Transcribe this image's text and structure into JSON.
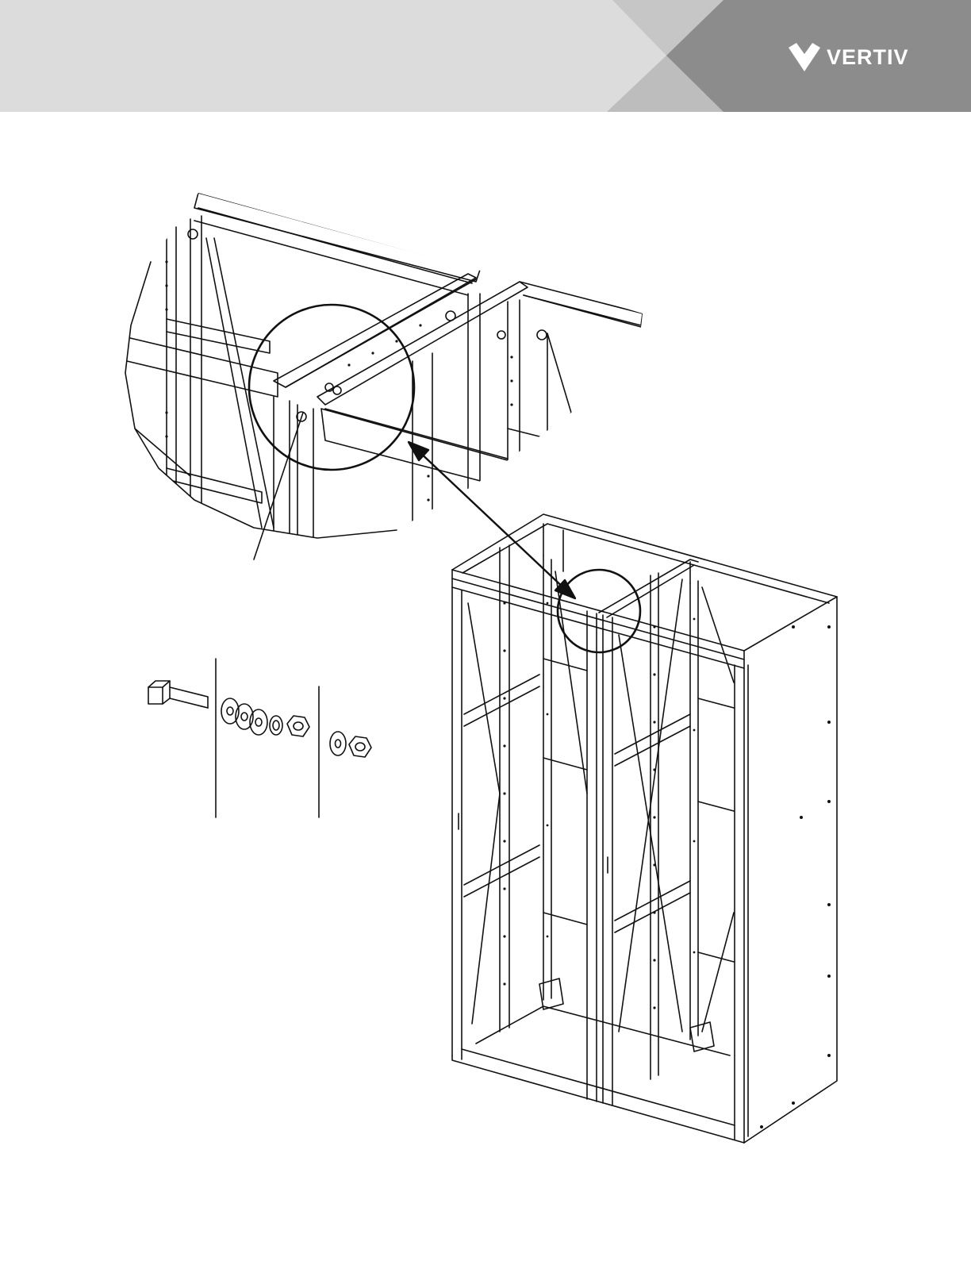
{
  "header": {
    "brand": "VERTIV",
    "logo_icon": "vertiv-v-chevron-icon",
    "colors": {
      "band_light": "#dcdcdc",
      "band_mid": "#c4c4c4",
      "band_dark": "#8a8a8a",
      "logo": "#ffffff"
    }
  },
  "figure": {
    "description_icons": [
      "detail-zoom-callout",
      "hardware-exploded-view",
      "rack-enclosure-assembly",
      "callout-arrow-icon"
    ]
  }
}
